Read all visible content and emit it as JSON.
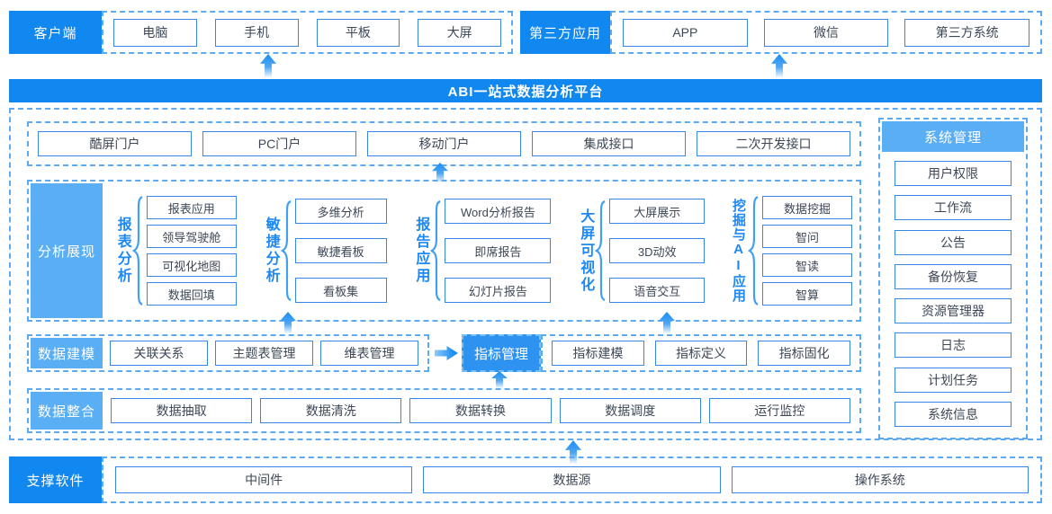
{
  "top": {
    "client": {
      "label": "客户端",
      "items": [
        "电脑",
        "手机",
        "平板",
        "大屏"
      ]
    },
    "third_party": {
      "label": "第三方应用",
      "items": [
        "APP",
        "微信",
        "第三方系统"
      ]
    }
  },
  "banner": {
    "title": "ABI一站式数据分析平台"
  },
  "portals": [
    "酷屏门户",
    "PC门户",
    "移动门户",
    "集成接口",
    "二次开发接口"
  ],
  "analysis": {
    "label": "分析展现",
    "groups": [
      {
        "name": "报表分析",
        "items": [
          "报表应用",
          "领导驾驶舱",
          "可视化地图",
          "数据回填"
        ]
      },
      {
        "name": "敏捷分析",
        "items": [
          "多维分析",
          "敏捷看板",
          "看板集"
        ]
      },
      {
        "name": "报告应用",
        "items": [
          "Word分析报告",
          "即席报告",
          "幻灯片报告"
        ]
      },
      {
        "name": "大屏可视化",
        "items": [
          "大屏展示",
          "3D动效",
          "语音交互"
        ]
      },
      {
        "name": "挖掘与AI应用",
        "items": [
          "数据挖掘",
          "智问",
          "智读",
          "智算"
        ]
      }
    ]
  },
  "modeling": {
    "label": "数据建模",
    "items": [
      "关联关系",
      "主题表管理",
      "维表管理"
    ],
    "metric_label": "指标管理",
    "metric_items": [
      "指标建模",
      "指标定义",
      "指标固化"
    ]
  },
  "integration": {
    "label": "数据整合",
    "items": [
      "数据抽取",
      "数据清洗",
      "数据转换",
      "数据调度",
      "运行监控"
    ]
  },
  "system": {
    "label": "系统管理",
    "items": [
      "用户权限",
      "工作流",
      "公告",
      "备份恢复",
      "资源管理器",
      "日志",
      "计划任务",
      "系统信息"
    ]
  },
  "support": {
    "label": "支撑软件",
    "items": [
      "中间件",
      "数据源",
      "操作系统"
    ]
  },
  "colors": {
    "primary_blue": "#1187F0",
    "light_blue": "#5AAEF3",
    "metric_blue": "#2E93F0",
    "box_border": "#3688E4",
    "dashed_border": "#5BAAF2",
    "box_text": "#3D4756"
  }
}
